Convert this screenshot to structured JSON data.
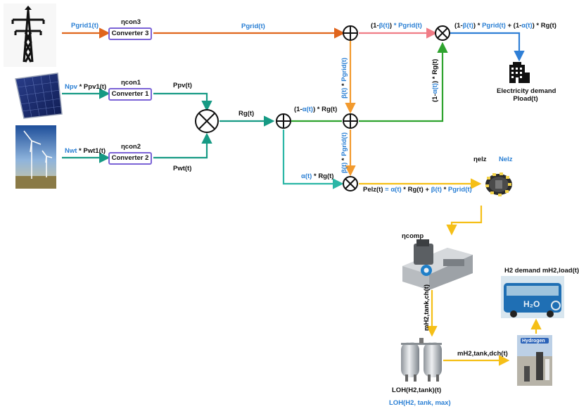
{
  "colors": {
    "grid_line": "#e0651c",
    "renewable_line": "#169a84",
    "elz_line": "#f5bf17",
    "pink_line": "#f07c86",
    "green_line": "#2ea32e",
    "blue_line": "#2f7fd6",
    "orange_line": "#f29a2e",
    "teal_line": "#2bb6a6",
    "converter_border": "#7b63d6",
    "accent_text": "#2a7fd4"
  },
  "sources": {
    "grid": {
      "icon": "power-tower-icon",
      "label": "Pgrid1(t)",
      "eta": "ηcon3",
      "converter": "Converter 3"
    },
    "pv": {
      "icon": "solar-panel-icon",
      "label_coef": "Npv",
      "label_rest": " * Ppv1(t)",
      "eta": "ηcon1",
      "converter": "Converter 1",
      "out": "Ppv(t)"
    },
    "wind": {
      "icon": "wind-turbine-icon",
      "label_coef": "Nwt",
      "label_rest": " * Pwt1(t)",
      "eta": "ηcon2",
      "converter": "Converter 2",
      "out": "Pwt(t)"
    }
  },
  "flows": {
    "pgrid": "Pgrid(t)",
    "rg": "Rg(t)",
    "one_minus_beta": {
      "a": "(1-",
      "b": "β(t)",
      "c": ")",
      "d": " * Pgrid(t)"
    },
    "final": {
      "a": "(1-",
      "b": "β(t)",
      "c": ") * ",
      "d": "Pgrid(t)",
      "e": " + (1-",
      "f": "α(t)",
      "g": ") * Rg(t)"
    },
    "one_minus_alpha_rg": {
      "a": "(1-",
      "b": "α(t)",
      "c": ") * Rg(t)"
    },
    "beta_pgrid_upper": {
      "a": "β(t)",
      "b": " * ",
      "c": "Pgrid(t)"
    },
    "beta_pgrid_lower": {
      "a": "β(t)",
      "b": " * ",
      "c": "Pgrid(t)"
    },
    "one_minus_alpha_vert": {
      "a": "(1-",
      "b": "α(t)",
      "c": ") * Rg(t)"
    },
    "alpha_rg": {
      "a": "α(t)",
      "b": " * Rg(t)"
    },
    "pelz": {
      "a": "Pelz(t) ",
      "b": "= α(t)",
      "c": " * Rg(t) + ",
      "d": "β(t)",
      "e": " * ",
      "f": "Pgrid(t)"
    }
  },
  "demand": {
    "icon": "building-icon",
    "line1": "Electricity demand",
    "line2": "Pload(t)"
  },
  "electrolyzer": {
    "icon": "electrolyzer-icon",
    "eta": "ηelz",
    "n": "Nelz"
  },
  "compressor": {
    "icon": "compressor-icon",
    "eta": "ηcomp"
  },
  "tank": {
    "icon": "hydrogen-tank-icon",
    "charge": "mH2,tank,ch(t)",
    "discharge": "mH2,tank,dch(t)",
    "loh": "LOH(H2,tank)(t)",
    "loh_max": "LOH(H2, tank, max)"
  },
  "station": {
    "icon": "hydrogen-station-icon",
    "sign": "Hydrogen"
  },
  "bus": {
    "icon": "hydrogen-bus-icon",
    "label": "H2 demand mH2,load(t)",
    "badge": "H₂O"
  }
}
